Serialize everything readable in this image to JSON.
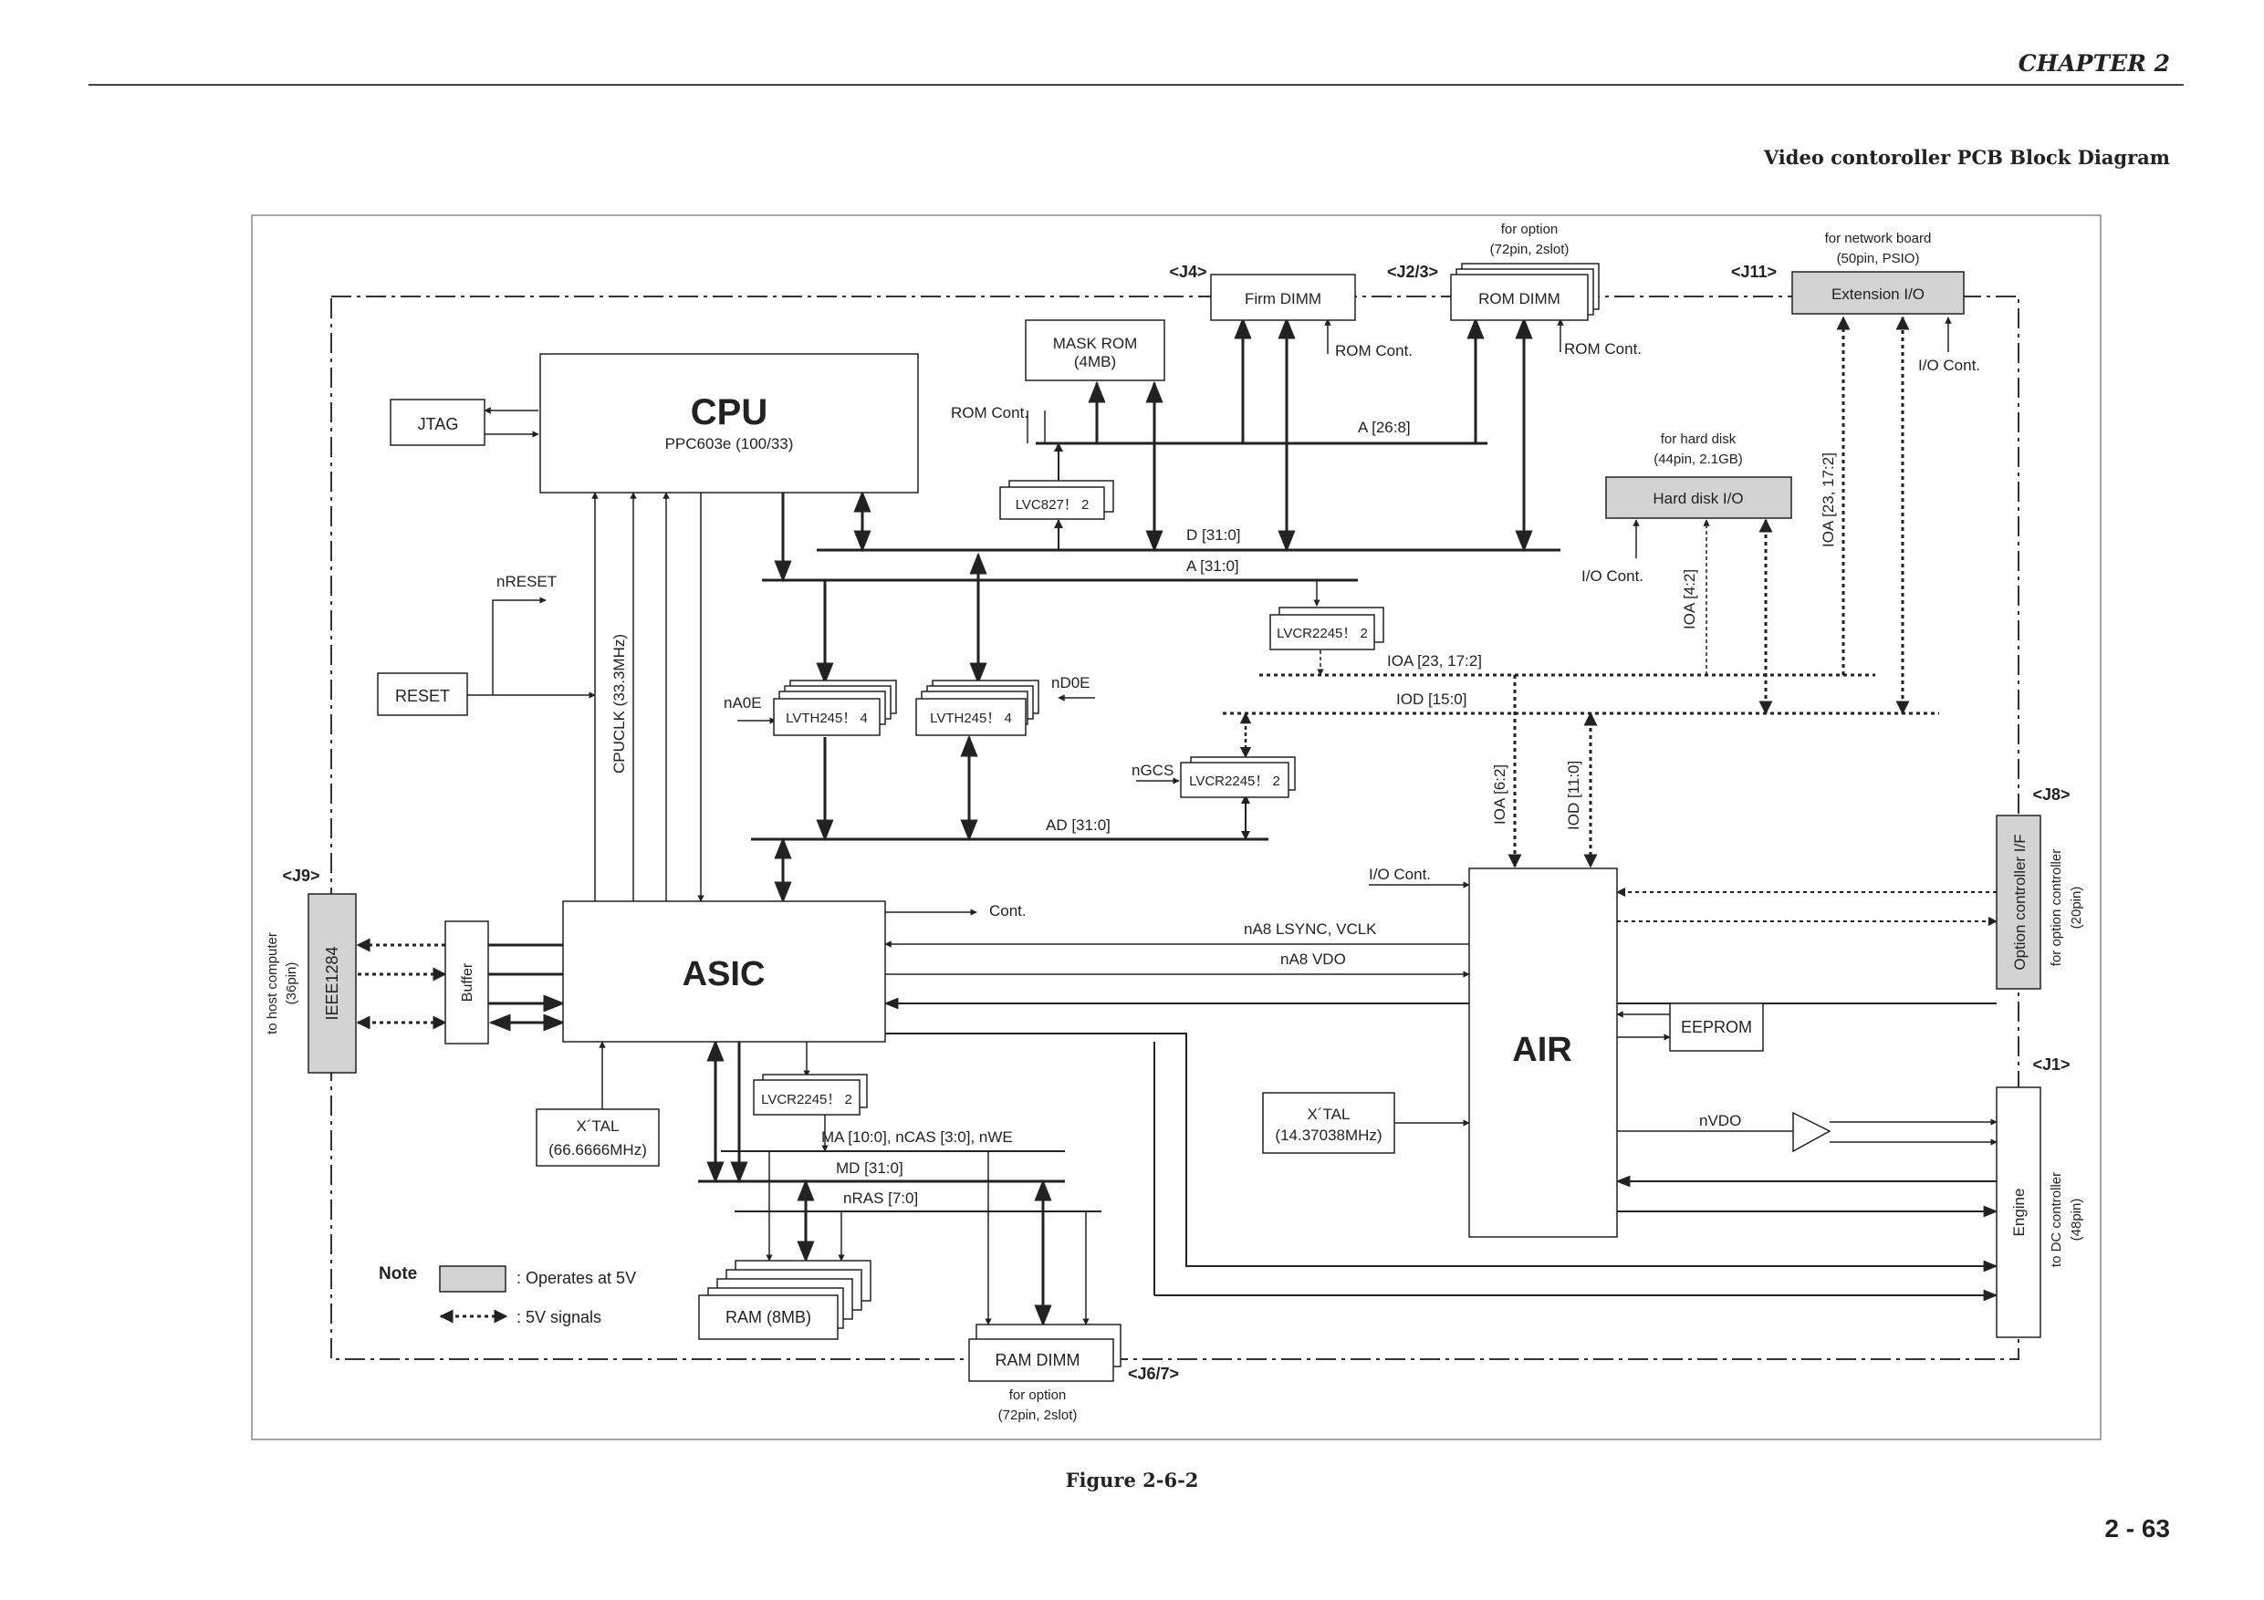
{
  "header": {
    "chapter": "CHAPTER 2",
    "title": "Video contoroller PCB Block Diagram"
  },
  "figure_caption": "Figure 2-6-2",
  "page_number": "2 - 63",
  "colors": {
    "gray_block": "#d3d3d3",
    "line": "#222222"
  },
  "blocks": {
    "cpu": "CPU",
    "cpu_sub": "PPC603e (100/33)",
    "jtag": "JTAG",
    "reset": "RESET",
    "asic": "ASIC",
    "air": "AIR",
    "mask_rom_1": "MASK ROM",
    "mask_rom_2": "(4MB)",
    "firm_dimm": "Firm DIMM",
    "rom_dimm": "ROM DIMM",
    "extension_io": "Extension I/O",
    "hard_disk_io": "Hard disk I/O",
    "lvc827": "LVC827！ 2",
    "lvcr2245_a": "LVCR2245！ 2",
    "lvth245_a": "LVTH245！ 4",
    "lvth245_b": "LVTH245！ 4",
    "lvcr2245_b": "LVCR2245！ 2",
    "lvcr2245_c": "LVCR2245！ 2",
    "ieee1284": "IEEE1284",
    "buffer": "Buffer",
    "xtal1_1": "X´TAL",
    "xtal1_2": "(66.6666MHz)",
    "xtal2_1": "X´TAL",
    "xtal2_2": "(14.37038MHz)",
    "eeprom": "EEPROM",
    "ram": "RAM (8MB)",
    "ram_dimm": "RAM DIMM",
    "option_if": "Option controller I/F",
    "engine": "Engine"
  },
  "connectors": {
    "j4": "<J4>",
    "j23": "<J2/3>",
    "j11": "<J11>",
    "j8": "<J8>",
    "j9": "<J9>",
    "j1": "<J1>",
    "j67": "<J6/7>"
  },
  "notes": {
    "rom_opt_1": "for option",
    "rom_opt_2": "(72pin, 2slot)",
    "net_1": "for network board",
    "net_2": "(50pin, PSIO)",
    "hd_1": "for hard disk",
    "hd_2": "(44pin, 2.1GB)",
    "ramdimm_1": "for option",
    "ramdimm_2": "(72pin, 2slot)",
    "host_1": "to host computer",
    "host_2": "(36pin)",
    "optc_1": "for option controller",
    "optc_2": "(20pin)",
    "dc_1": "to DC controller",
    "dc_2": "(48pin)"
  },
  "signals": {
    "rom_cont_firm": "ROM Cont.",
    "rom_cont_rom": "ROM Cont.",
    "rom_cont_mask": "ROM Cont.",
    "io_cont_ext": "I/O Cont.",
    "io_cont_hd": "I/O Cont.",
    "io_cont_air": "I/O Cont.",
    "a26": "A [26:8]",
    "d31": "D [31:0]",
    "a31": "A [31:0]",
    "ioa23_h": "IOA [23, 17:2]",
    "iod15": "IOD [15:0]",
    "ad31": "AD [31:0]",
    "ioa23_v": "IOA [23, 17:2]",
    "ioa4": "IOA [4:2]",
    "ioa6": "IOA [6:2]",
    "iod11": "IOD [11:0]",
    "nreset": "nRESET",
    "cpuclk": "CPUCLK (33.3MHz)",
    "na0e": "nA0E",
    "nd0e": "nD0E",
    "ngcs": "nGCS",
    "cont": "Cont.",
    "lsync": "nA8 LSYNC, VCLK",
    "na8vdo": "nA8 VDO",
    "nvdo": "nVDO",
    "ma": "MA [10:0], nCAS [3:0], nWE",
    "md": "MD [31:0]",
    "nras": "nRAS [7:0]"
  },
  "legend": {
    "note": "Note",
    "gray": ": Operates at 5V",
    "dashed": ": 5V signals"
  }
}
